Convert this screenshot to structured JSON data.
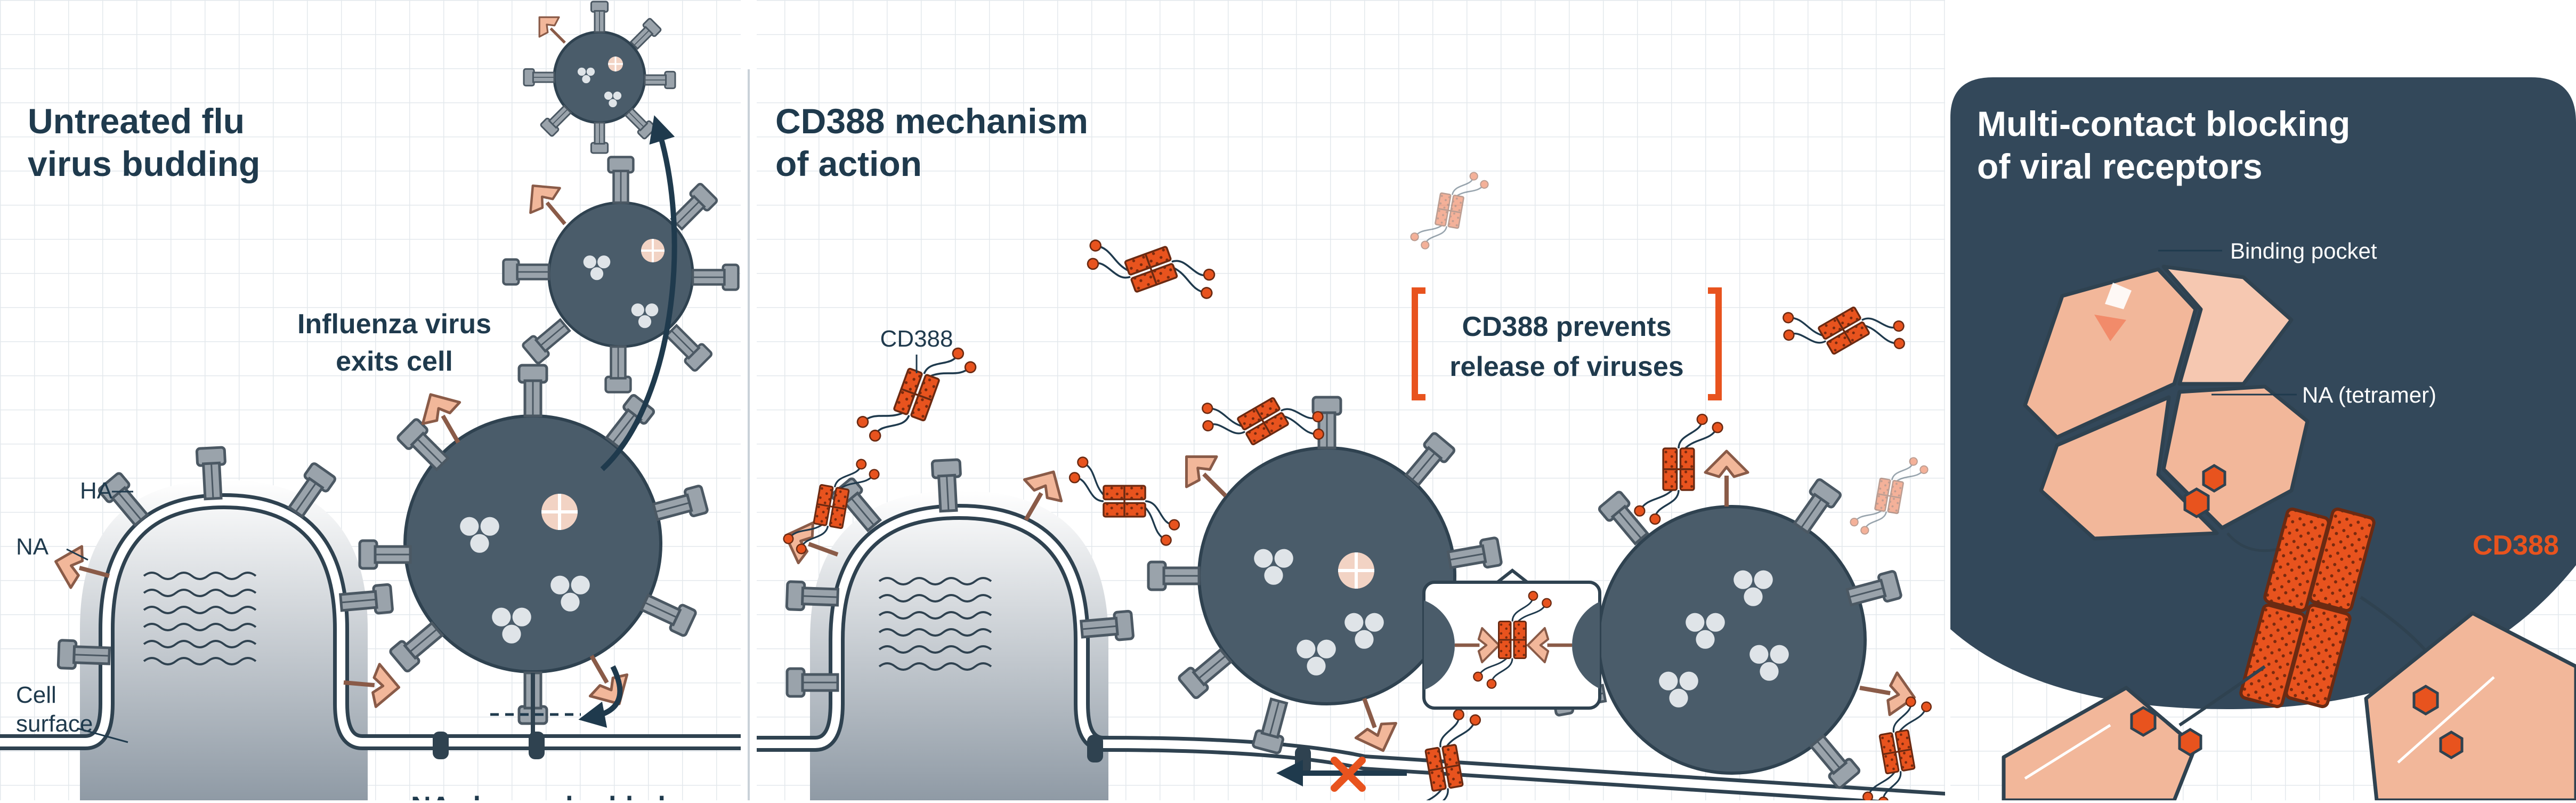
{
  "colors": {
    "virus": "#4a5c6a",
    "virus_dark": "#2f4250",
    "ha": "#9aa3ab",
    "na": "#f2b79a",
    "cd388": "#e8531e",
    "navy": "#1f3a4d",
    "panel_dark": "#33485a",
    "grid": "#e3e8ec"
  },
  "panel1": {
    "title_line1": "Untreated flu",
    "title_line2": "virus budding",
    "label_exits_line1": "Influenza virus",
    "label_exits_line2": "exits cell",
    "label_ha": "HA",
    "label_na": "NA",
    "label_surface_line1": "Cell",
    "label_surface_line2": "surface",
    "caption_cut": "NA cleaves budded"
  },
  "panel2": {
    "title_line1": "CD388 mechanism",
    "title_line2": "of action",
    "label_cd388": "CD388",
    "callout_line1": "CD388 prevents",
    "callout_line2": "release of viruses"
  },
  "panel3": {
    "title_line1": "Multi-contact blocking",
    "title_line2": "of viral receptors",
    "label_pocket": "Binding pocket",
    "label_na_tetramer": "NA (tetramer)",
    "label_cd388": "CD388"
  },
  "icons": {
    "release-arrow": "curved arrow up",
    "cleave-arrow": "curved arrow",
    "blocked-x": "x mark"
  }
}
